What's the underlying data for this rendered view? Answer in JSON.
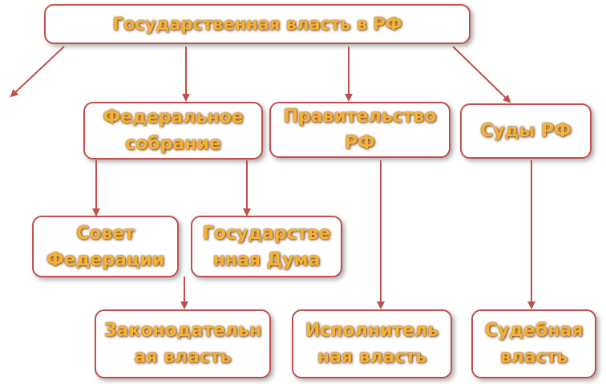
{
  "nodes": {
    "root": "Государственная власть в РФ",
    "fed_sobranie": "Федеральное\nсобрание",
    "pravitelstvo": "Правительство\nРФ",
    "sudy": "Суды РФ",
    "sovet": "Совет\nФедерации",
    "duma": "Государстве\nнная Дума",
    "zakonodat": "Законодательн\nая власть",
    "ispolnit": "Исполнитель\nная власть",
    "sudebnaya": "Судебная\nвласть"
  },
  "colors": {
    "border": "#c0504d",
    "text": "#f5b335",
    "arrow": "#c0504d"
  }
}
